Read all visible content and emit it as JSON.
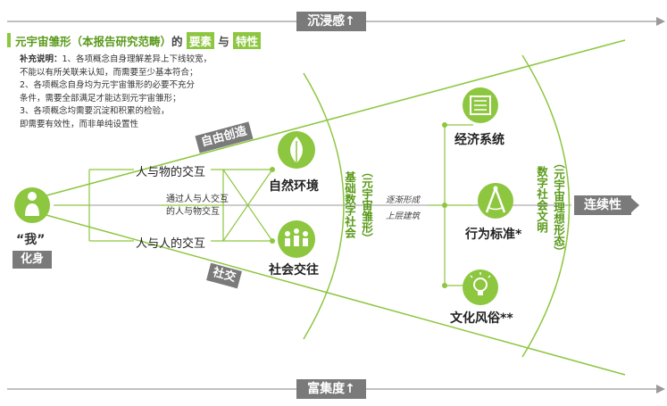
{
  "title": {
    "part1": "元宇宙雏形（本报告研究范畴）",
    "part2": "的",
    "badge1": "要素",
    "part3": "与",
    "badge2": "特性"
  },
  "note": {
    "label": "补充说明：",
    "line1": "1、各项概念自身理解差异上下线较宽，",
    "line2": "不能以有所关联来认知，而需要至少基本符合；",
    "line3": "2、各项概念自身均为元宇宙雏形的必要不充分",
    "line4": "条件，需要全部满足才能达到元宇宙雏形；",
    "line5": "3、各项概念均需要沉淀和积累的检验，",
    "line6": "即需要有效性，而非单纯设置性"
  },
  "axes": {
    "top": "沉浸感↑",
    "bottom": "富集度↑",
    "right": "连续性",
    "upper_diag": "自由创造",
    "lower_diag": "社交"
  },
  "me": {
    "quote": "“我”",
    "avatar": "化身"
  },
  "left_nodes": {
    "human_object": "人与物的交互",
    "human_human": "人与人的交互",
    "via_1": "通过人与人交互",
    "via_2": "的人与物交互"
  },
  "mid_nodes": {
    "nature": "自然环境",
    "social": "社会交往"
  },
  "vertical": {
    "base_society": "基础数字社会",
    "proto": "（元宇宙雏形）",
    "civilization": "数字社会文明",
    "ideal": "（元宇宙理想形态）"
  },
  "formation": {
    "line1": "逐渐形成",
    "line2": "上层建筑"
  },
  "right_nodes": {
    "economy": "经济系统",
    "behavior": "行为标准*",
    "culture": "文化风俗**"
  },
  "icons": {
    "me": "person-icon",
    "nature": "leaf-icon",
    "social": "people-icon",
    "economy": "ledger-icon",
    "behavior": "compass-icon",
    "culture": "lightbulb-icon"
  },
  "colors": {
    "accent": "#8dc63f",
    "accent_dark": "#5a9a1a",
    "gray": "#7a7a7a"
  }
}
